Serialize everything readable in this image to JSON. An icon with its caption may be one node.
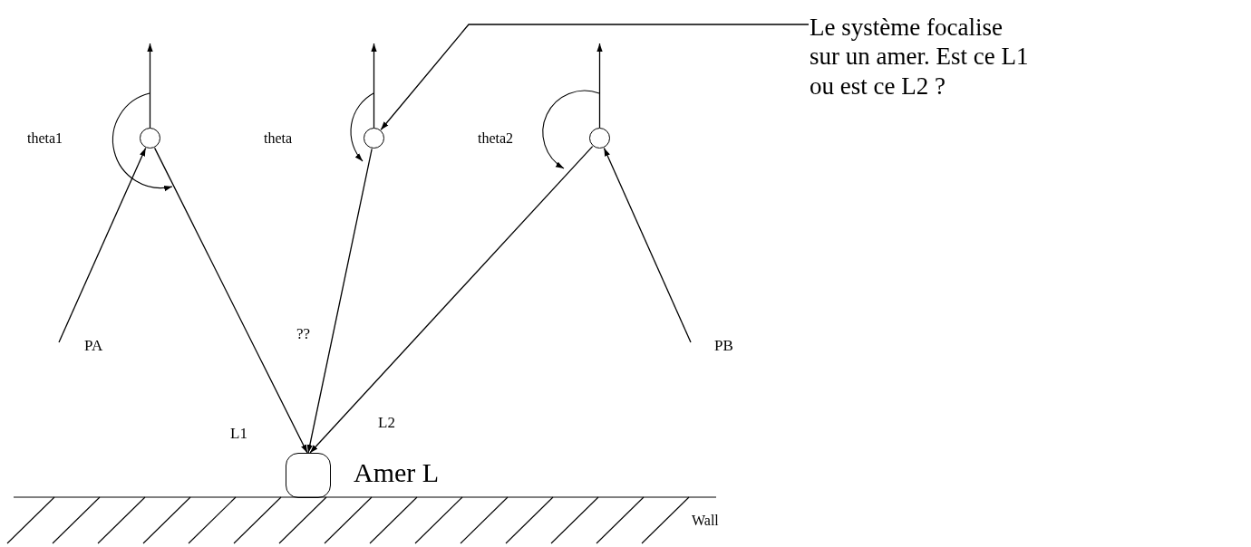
{
  "diagram": {
    "nodes": [
      {
        "text": [],
        "shape": "circle"
      },
      {
        "text": [],
        "shape": "circle"
      },
      {
        "text": [],
        "shape": "circle"
      },
      {
        "text": [],
        "shape": "box",
        "beside": [
          "Amer L"
        ]
      },
      {
        "text": [
          "Le système focalise sur un amer. Est ce L1 ou est ce L2 ?"
        ]
      }
    ],
    "edges": [
      {
        "from": null,
        "to": 0,
        "arrow": "to"
      },
      {
        "from": 0,
        "to": 3,
        "arrow": "to",
        "label": "L1"
      },
      {
        "from": 1,
        "to": 3,
        "arrow": "to",
        "label": "??"
      },
      {
        "from": 2,
        "to": 3,
        "arrow": "to",
        "label": "L2"
      },
      {
        "from": null,
        "to": 2,
        "arrow": "to"
      },
      {
        "from": 4,
        "to": 1,
        "arrow": "to"
      }
    ],
    "labels": [
      "theta1",
      "theta",
      "theta2",
      "PA",
      "PB",
      "Wall"
    ]
  }
}
